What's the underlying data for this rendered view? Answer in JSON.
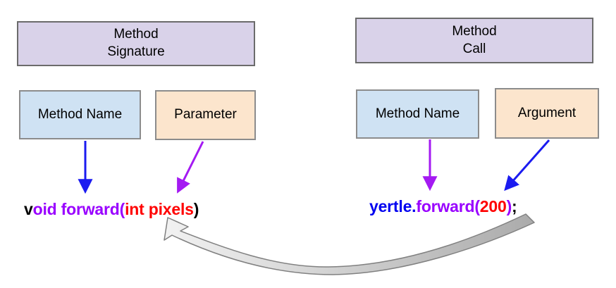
{
  "colors": {
    "black": "#000000",
    "purple": "#9900ff",
    "blue": "#0000f0",
    "red": "#ff0000",
    "arrow_blue": "#1b1bf0",
    "arrow_purple": "#a41af2",
    "box_lavender": "#d9d2e9",
    "box_blue": "#cfe2f3",
    "box_peach": "#fce5cd",
    "box_border": "#8c8c8c",
    "curve_fill_light": "#f2f2f2",
    "curve_fill_dark": "#ababab",
    "curve_stroke": "#808080"
  },
  "signature_section": {
    "header": "Method\nSignature",
    "method_name_label": "Method Name",
    "parameter_label": "Parameter",
    "code_text": "void forward(int pixels)",
    "code": [
      {
        "text": "v",
        "color": "black"
      },
      {
        "text": "oid forward(",
        "color": "purple"
      },
      {
        "text": "int pixels",
        "color": "red"
      },
      {
        "text": ")",
        "color": "black"
      }
    ]
  },
  "call_section": {
    "header": "Method\nCall",
    "method_name_label": "Method Name",
    "argument_label": "Argument",
    "code_text": "yertle.forward(200);",
    "code": [
      {
        "text": "yertle.",
        "color": "blue"
      },
      {
        "text": "forward(",
        "color": "purple"
      },
      {
        "text": "200",
        "color": "red"
      },
      {
        "text": ")",
        "color": "purple"
      },
      {
        "text": ";",
        "color": "black"
      }
    ]
  }
}
